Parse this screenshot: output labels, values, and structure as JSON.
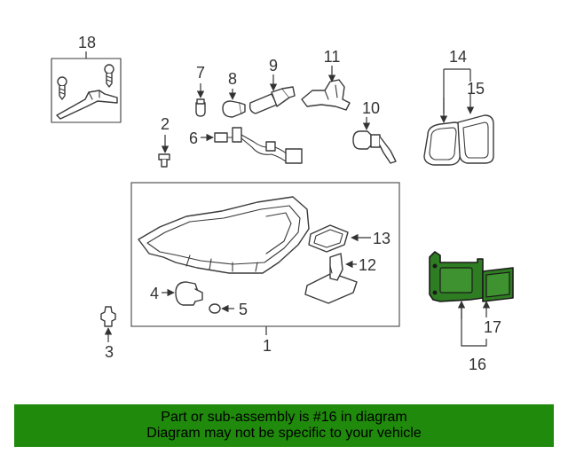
{
  "callouts": {
    "c1": "1",
    "c2": "2",
    "c3": "3",
    "c4": "4",
    "c5": "5",
    "c6": "6",
    "c7": "7",
    "c8": "8",
    "c9": "9",
    "c10": "10",
    "c11": "11",
    "c12": "12",
    "c13": "13",
    "c14": "14",
    "c15": "15",
    "c16": "16",
    "c17": "17",
    "c18": "18"
  },
  "highlight": {
    "part": "16",
    "color": "#2f7d22"
  },
  "banner": {
    "line1": "Part or sub-assembly is #16 in diagram",
    "line2": "Diagram may not be specific to your vehicle",
    "color": "#1f8a0b"
  }
}
